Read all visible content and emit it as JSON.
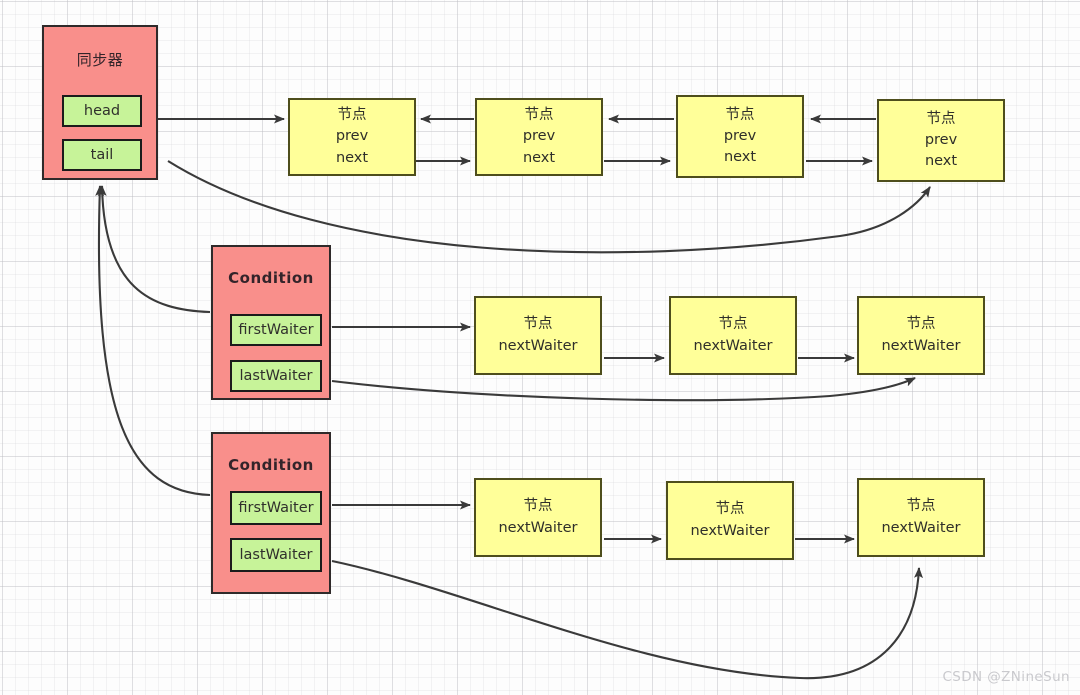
{
  "diagram": {
    "title": "AQS synchronizer node linked-list diagram",
    "watermark": "CSDN @ZNineSun",
    "colors": {
      "pink": "#f98f8b",
      "green": "#c7f399",
      "yellow": "#ffff99",
      "stroke": "#3a3a3a",
      "grid": "#e6e6ea"
    },
    "synchronizer": {
      "title": "同步器",
      "fields": [
        {
          "label": "head"
        },
        {
          "label": "tail"
        }
      ]
    },
    "conditions": [
      {
        "title": "Condition",
        "fields": [
          {
            "label": "firstWaiter"
          },
          {
            "label": "lastWaiter"
          }
        ]
      },
      {
        "title": "Condition",
        "fields": [
          {
            "label": "firstWaiter"
          },
          {
            "label": "lastWaiter"
          }
        ]
      }
    ],
    "rows": [
      {
        "name": "sync-queue",
        "nodes": [
          {
            "lines": [
              "节点",
              "prev",
              "next"
            ]
          },
          {
            "lines": [
              "节点",
              "prev",
              "next"
            ]
          },
          {
            "lines": [
              "节点",
              "prev",
              "next"
            ]
          },
          {
            "lines": [
              "节点",
              "prev",
              "next"
            ]
          }
        ]
      },
      {
        "name": "condition-queue-1",
        "nodes": [
          {
            "lines": [
              "节点",
              "nextWaiter"
            ]
          },
          {
            "lines": [
              "节点",
              "nextWaiter"
            ]
          },
          {
            "lines": [
              "节点",
              "nextWaiter"
            ]
          }
        ]
      },
      {
        "name": "condition-queue-2",
        "nodes": [
          {
            "lines": [
              "节点",
              "nextWaiter"
            ]
          },
          {
            "lines": [
              "节点",
              "nextWaiter"
            ]
          },
          {
            "lines": [
              "节点",
              "nextWaiter"
            ]
          }
        ]
      }
    ]
  }
}
